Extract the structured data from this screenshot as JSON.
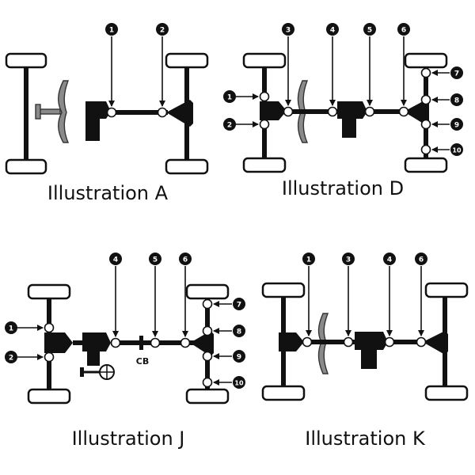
{
  "illustrations": [
    {
      "id": "A",
      "label": "Illustration A",
      "callouts": [
        "1",
        "2"
      ]
    },
    {
      "id": "D",
      "label": "Illustration D",
      "callouts": [
        "3",
        "4",
        "5",
        "6",
        "1",
        "2",
        "7",
        "8",
        "9",
        "10"
      ]
    },
    {
      "id": "J",
      "label": "Illustration J",
      "callouts": [
        "4",
        "5",
        "6",
        "1",
        "2",
        "7",
        "8",
        "9",
        "10"
      ],
      "center_brake": "CB"
    },
    {
      "id": "K",
      "label": "Illustration K",
      "callouts": [
        "1",
        "3",
        "4",
        "6"
      ]
    }
  ],
  "colors": {
    "line": "#111111",
    "component": "#8a8a8a",
    "background": "#ffffff"
  }
}
